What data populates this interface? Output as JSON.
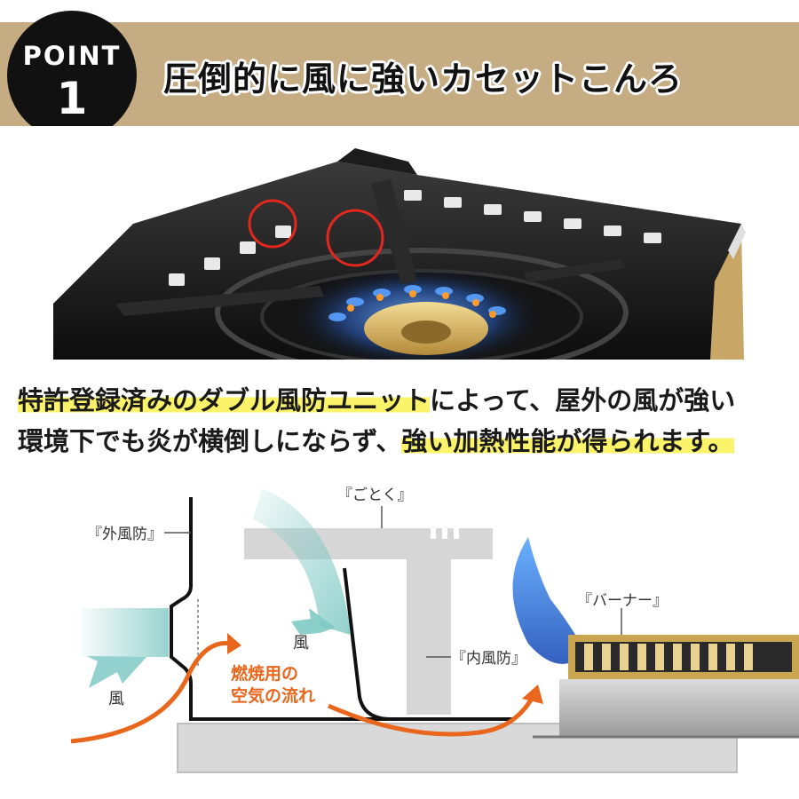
{
  "badge": {
    "label": "POINT",
    "number": "1"
  },
  "headline": "圧倒的に風に強いカセットこんろ",
  "description": {
    "line1_highlight": "特許登録済みのダブル風防ユニット",
    "line1_rest": "によって、屋外の風が強い",
    "line2_plain": "環境下でも炎が横倒しにならず、",
    "line2_highlight": "強い加熱性能が得られます。"
  },
  "diagram": {
    "label_outer_windscreen": "『外風防』",
    "label_trivet": "『ごとく』",
    "label_burner": "『バーナー』",
    "label_inner_windscreen": "『内風防』",
    "label_wind_left": "風",
    "label_wind_mid": "風",
    "label_airflow_line1": "燃焼用の",
    "label_airflow_line2": "空気の流れ"
  },
  "colors": {
    "header_band": "#c6ac82",
    "badge": "#111111",
    "highlight": "#fbf36a",
    "airflow": "#e8671c",
    "wind": "#7fc9c4",
    "flame": "#2f6fd6"
  }
}
